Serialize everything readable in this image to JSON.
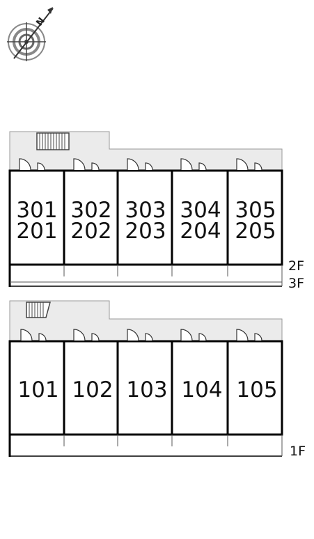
{
  "compass": {
    "icon": "compass-north-icon",
    "letter": "N"
  },
  "upper_block": {
    "floors": [
      "2F",
      "3F"
    ],
    "units": [
      {
        "top": "301",
        "bottom": "201"
      },
      {
        "top": "302",
        "bottom": "202"
      },
      {
        "top": "303",
        "bottom": "203"
      },
      {
        "top": "304",
        "bottom": "204"
      },
      {
        "top": "305",
        "bottom": "205"
      }
    ]
  },
  "lower_block": {
    "floors": [
      "1F"
    ],
    "units": [
      "101",
      "102",
      "103",
      "104",
      "105"
    ]
  },
  "colors": {
    "corridor": "#ebebeb",
    "wall": "#000000",
    "background": "#ffffff"
  }
}
